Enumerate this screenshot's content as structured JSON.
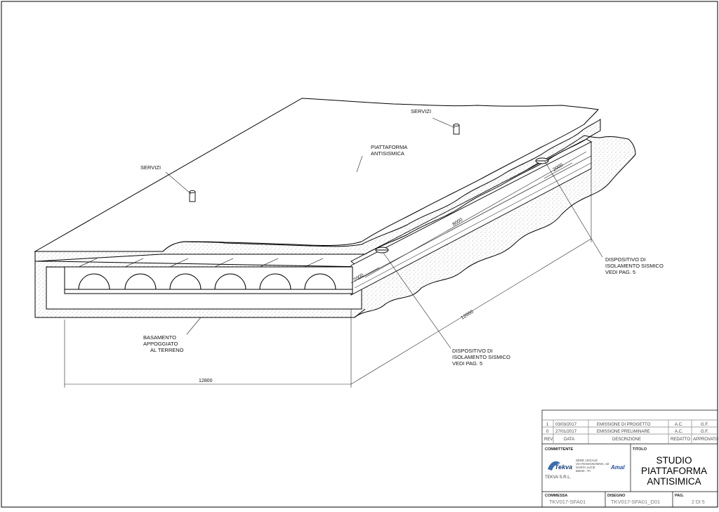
{
  "labels": {
    "servizi_top": "SERVIZI",
    "servizi_left": "SERVIZI",
    "piattaforma": [
      "PIATTAFORMA",
      "ANTISISMICA"
    ],
    "dispositivo_right": [
      "DISPOSITIVO DI",
      "ISOLAMENTO SISMICO",
      "VEDI PAG. 5"
    ],
    "dispositivo_center": [
      "DISPOSITIVO DI",
      "ISOLAMENTO SISMICO",
      "VEDI PAG. 5"
    ],
    "basamento": [
      "BASAMENTO",
      "APPOGGIATO",
      "AL TERRENO"
    ]
  },
  "dimensions": {
    "width_front": "12800",
    "depth_side": "12000",
    "span_long": "8000",
    "span_short_left": "2000",
    "span_short_right": "2000"
  },
  "title_block": {
    "revisions": [
      {
        "rev": "1",
        "date": "03/03/2017",
        "desc": "EMISSIONE DI PROGETTO",
        "drawn": "A.C.",
        "approved": "G.F."
      },
      {
        "rev": "0",
        "date": "27/01/2017",
        "desc": "EMISSIONE PRELIMINARE",
        "drawn": "A.C.",
        "approved": "G.F."
      }
    ],
    "headers": {
      "rev": "REV.",
      "date": "DATA",
      "desc": "DESCRIZIONE",
      "drawn": "REDATTO",
      "approved": "APPROVATO"
    },
    "committente_label": "COMMITTENTE",
    "titolo_label": "TITOLO",
    "client_logo": "Tekva",
    "client_address": [
      "SEDE LEGALE",
      "VIA ROSIGNANINA, 32",
      "SANTA LUCE",
      "56040 - PI"
    ],
    "client_name": "TEKVA S.R.L.",
    "brand_logo": "Amal",
    "title": [
      "STUDIO",
      "PIATTAFORMA",
      "ANTISIMICA"
    ],
    "commessa_label": "COMMESSA",
    "commessa": "TKV017-SFA01",
    "disegno_label": "DISEGNO",
    "disegno": "TKV017-SFA01_D01",
    "pag_label": "PAG.",
    "pag": "2 DI 5"
  }
}
